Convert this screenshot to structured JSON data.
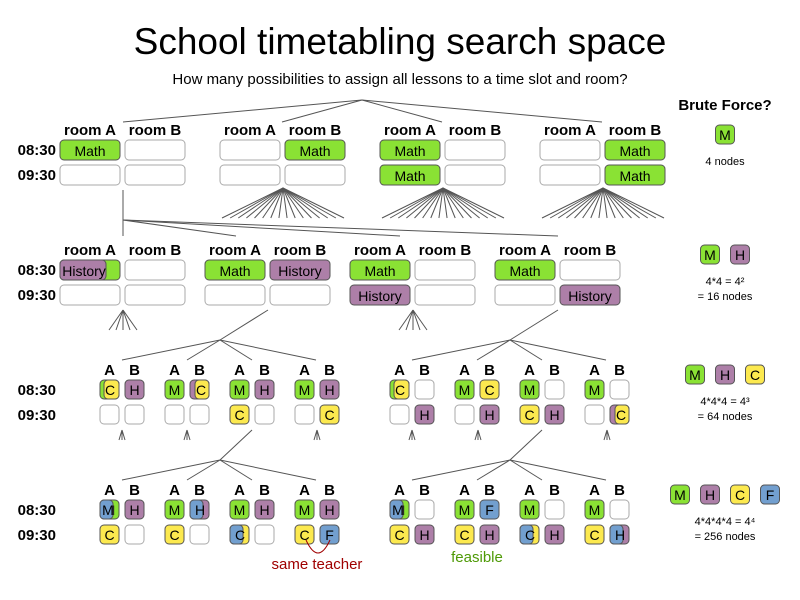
{
  "title": "School timetabling search space",
  "subtitle": "How many possibilities to assign all lessons to a time slot and room?",
  "brute_force_label": "Brute Force?",
  "room_a": "room A",
  "room_b": "room B",
  "col_a": "A",
  "col_b": "B",
  "times": [
    "08:30",
    "09:30"
  ],
  "lessons": {
    "math": "Math",
    "history": "History"
  },
  "letters": {
    "M": "M",
    "H": "H",
    "C": "C",
    "F": "F"
  },
  "colors": {
    "math": "#8ae234",
    "history": "#ad7fa8",
    "chem": "#fce94f",
    "french": "#729fcf",
    "empty_border": "#aaaaaa",
    "red_note": "#a00000",
    "green_note": "#4e9a06"
  },
  "levels": [
    {
      "pills": [
        "M"
      ],
      "formula": "4 nodes",
      "formula2": ""
    },
    {
      "pills": [
        "M",
        "H"
      ],
      "formula": "4*4 = 4²",
      "formula2": "= 16 nodes"
    },
    {
      "pills": [
        "M",
        "H",
        "C"
      ],
      "formula": "4*4*4 = 4³",
      "formula2": "= 64 nodes"
    },
    {
      "pills": [
        "M",
        "H",
        "C",
        "F"
      ],
      "formula": "4*4*4*4 = 4⁴",
      "formula2": "= 256 nodes"
    }
  ],
  "notes": {
    "conflict": "same teacher",
    "feasible": "feasible"
  }
}
